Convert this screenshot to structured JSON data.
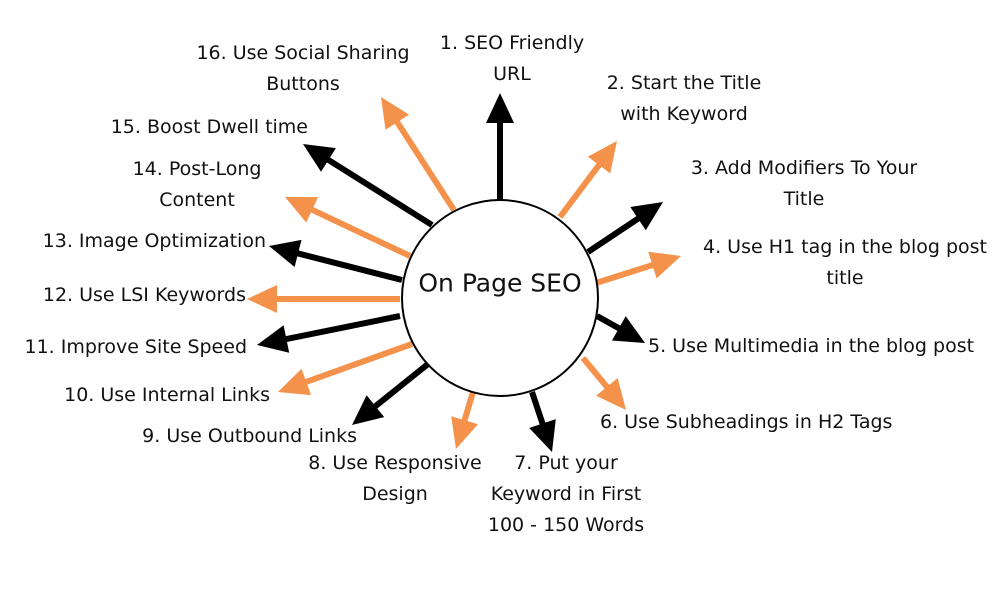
{
  "diagram": {
    "center_label": "On Page SEO",
    "colors": {
      "black_arrow": "#000000",
      "orange_arrow": "#f4924b",
      "circle_stroke": "#000000",
      "text": "#111111"
    },
    "items": [
      {
        "id": "1",
        "lines": [
          "1. SEO Friendly",
          "URL"
        ],
        "arrow_color": "black"
      },
      {
        "id": "2",
        "lines": [
          "2. Start the Title",
          "with Keyword"
        ],
        "arrow_color": "orange"
      },
      {
        "id": "3",
        "lines": [
          "3. Add Modifiers To Your",
          "Title"
        ],
        "arrow_color": "black"
      },
      {
        "id": "4",
        "lines": [
          "4. Use H1 tag in the blog post",
          "title"
        ],
        "arrow_color": "orange"
      },
      {
        "id": "5",
        "lines": [
          "5. Use Multimedia in the blog post"
        ],
        "arrow_color": "black"
      },
      {
        "id": "6",
        "lines": [
          "6. Use Subheadings in H2 Tags"
        ],
        "arrow_color": "orange"
      },
      {
        "id": "7",
        "lines": [
          "7. Put your",
          "Keyword in First",
          "100 - 150 Words"
        ],
        "arrow_color": "black"
      },
      {
        "id": "8",
        "lines": [
          "8. Use Responsive",
          "Design"
        ],
        "arrow_color": "orange"
      },
      {
        "id": "9",
        "lines": [
          "9. Use Outbound Links"
        ],
        "arrow_color": "black"
      },
      {
        "id": "10",
        "lines": [
          "10. Use Internal Links"
        ],
        "arrow_color": "orange"
      },
      {
        "id": "11",
        "lines": [
          "11. Improve Site Speed"
        ],
        "arrow_color": "black"
      },
      {
        "id": "12",
        "lines": [
          "12. Use LSI Keywords"
        ],
        "arrow_color": "orange"
      },
      {
        "id": "13",
        "lines": [
          "13. Image Optimization"
        ],
        "arrow_color": "black"
      },
      {
        "id": "14",
        "lines": [
          "14.  Post-Long",
          "Content"
        ],
        "arrow_color": "orange"
      },
      {
        "id": "15",
        "lines": [
          "15. Boost Dwell time"
        ],
        "arrow_color": "black"
      },
      {
        "id": "16",
        "lines": [
          "16. Use Social Sharing",
          "Buttons"
        ],
        "arrow_color": "orange"
      }
    ]
  }
}
